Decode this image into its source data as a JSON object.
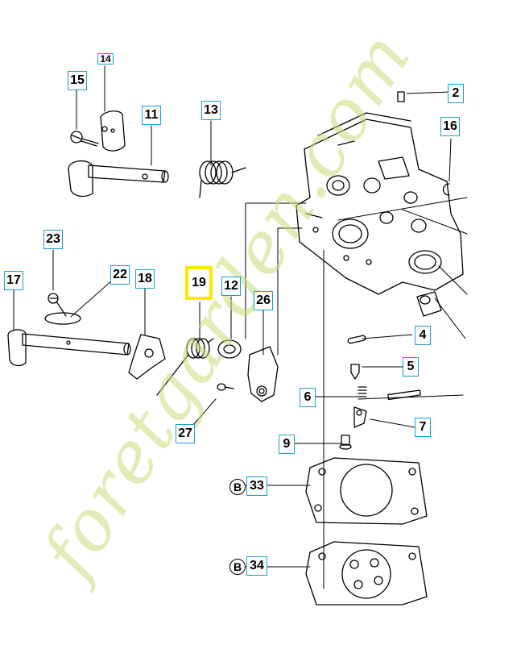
{
  "callouts": {
    "p2": "2",
    "p4": "4",
    "p5": "5",
    "p6": "6",
    "p7": "7",
    "p9": "9",
    "p11": "11",
    "p12": "12",
    "p13": "13",
    "p15": "15",
    "p16": "16",
    "p17": "17",
    "p18": "18",
    "p19": "19",
    "p22": "22",
    "p23": "23",
    "p26": "26",
    "p27": "27",
    "p33": "33",
    "p34": "34",
    "p14": "14"
  },
  "markers": {
    "b1": "B",
    "b2": "B"
  },
  "highlight_color": "#ffe800",
  "callout_border_color": "#1a9fd8",
  "watermark": {
    "text": "foretgarden.com",
    "color": "#c4dc78"
  }
}
